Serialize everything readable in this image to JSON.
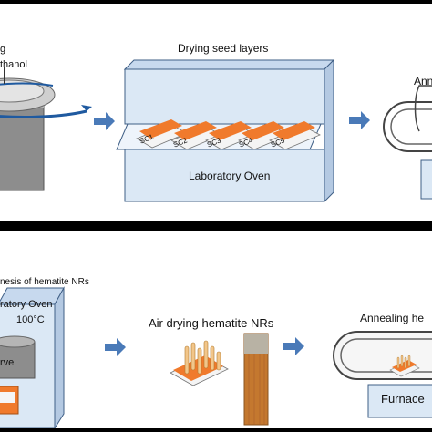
{
  "top_panel": {
    "left_partial_label_1": "g",
    "left_partial_label_2": "thanol",
    "center_title": "Drying seed layers",
    "oven_label": "Laboratory Oven",
    "substrates": [
      "SC1",
      "SC2",
      "SC3",
      "SC4",
      "SC5"
    ],
    "right_partial_label": "Ann"
  },
  "bottom_panel": {
    "left_title": "nesis of hematite NRs",
    "oven_label": "ratory Oven",
    "temperature": "100°C",
    "vessel_label": "rve",
    "center_title": "Air drying hematite NRs",
    "right_title": "Annealing he",
    "furnace_label": "Furnace"
  },
  "colors": {
    "box_fill": "#dbe8f5",
    "box_stroke": "#3f5f86",
    "arrow": "#4a7ab8",
    "orange": "#f07a2c",
    "nanorod_fill": "#f2c68a",
    "background_frame": "#000000"
  }
}
